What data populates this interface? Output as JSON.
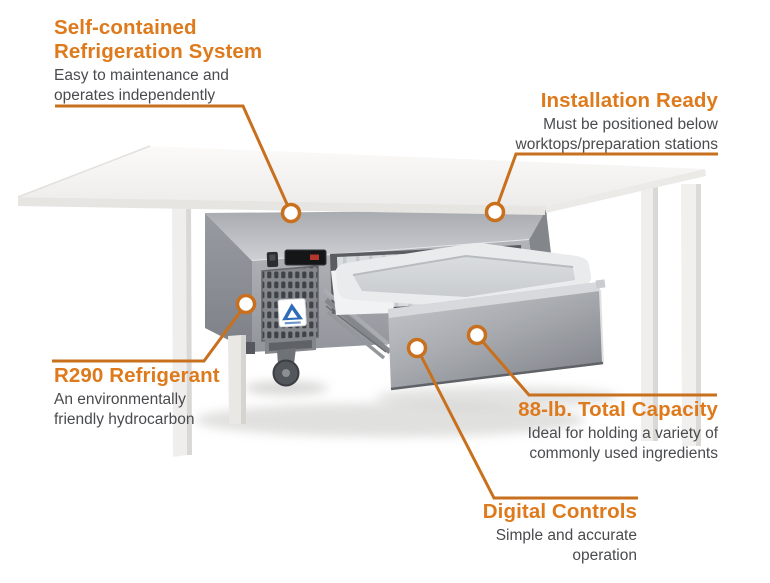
{
  "colors": {
    "accent_orange": "#DE7A1C",
    "callout_line_orange": "#C8701D",
    "description_gray": "#4A4B4E",
    "steel_gray": "#9A9DA3",
    "logo_blue": "#2E6CB8",
    "background": "#FFFFFF"
  },
  "callouts": [
    {
      "id": "refrigeration-system",
      "title": "Self-contained\nRefrigeration System",
      "description": "Easy to maintenance and\noperates independently"
    },
    {
      "id": "installation-ready",
      "title": "Installation Ready",
      "description": "Must be positioned below\nworktops/preparation stations"
    },
    {
      "id": "r290-refrigerant",
      "title": "R290 Refrigerant",
      "description": "An environmentally\nfriendly hydrocarbon"
    },
    {
      "id": "total-capacity",
      "title": "88-lb. Total Capacity",
      "description": "Ideal for holding a variety of\ncommonly used ingredients"
    },
    {
      "id": "digital-controls",
      "title": "Digital Controls",
      "description": "Simple and accurate\noperation"
    }
  ],
  "product": {
    "alt": "Refrigerated chef base drawer unit positioned under a white worktable",
    "logo_icon": "triangle-a-brand-logo"
  }
}
